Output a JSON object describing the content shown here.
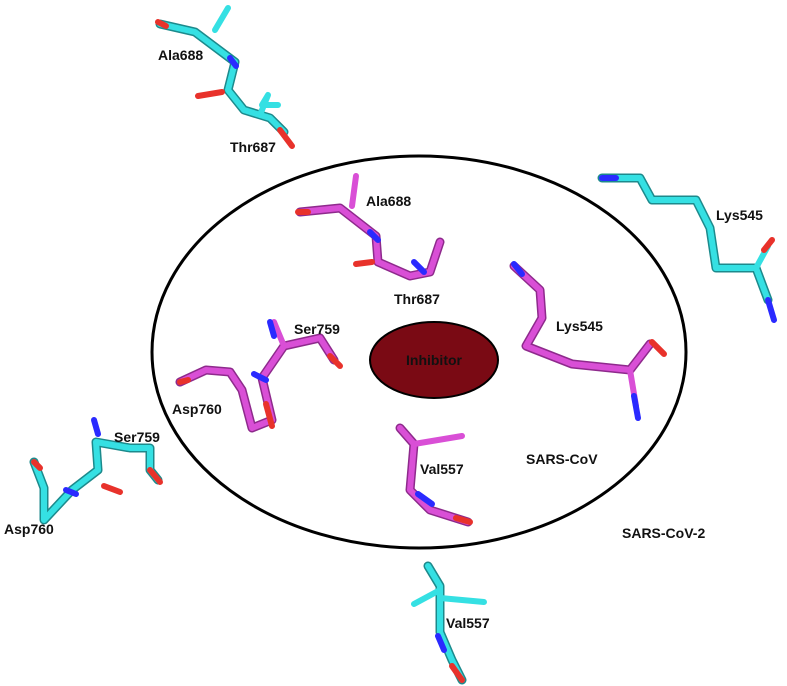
{
  "inhibitor": {
    "label": "Inhibitor",
    "color": "#7a0a14"
  },
  "groups": {
    "sars_cov": {
      "label": "SARS-CoV",
      "color": "#d94fd6",
      "shade": "#8e2a8c"
    },
    "sars_cov_2": {
      "label": "SARS-CoV-2",
      "color": "#35e0e3",
      "shade": "#1c8a8c"
    }
  },
  "atom_colors": {
    "nitrogen": "#2a2aff",
    "oxygen": "#e8322b"
  },
  "residues": {
    "outer": {
      "ala688": "Ala688",
      "thr687": "Thr687",
      "lys545": "Lys545",
      "ser759": "Ser759",
      "asp760": "Asp760",
      "val557": "Val557"
    },
    "inner": {
      "ala688": "Ala688",
      "thr687": "Thr687",
      "lys545": "Lys545",
      "ser759": "Ser759",
      "asp760": "Asp760",
      "val557": "Val557"
    }
  }
}
